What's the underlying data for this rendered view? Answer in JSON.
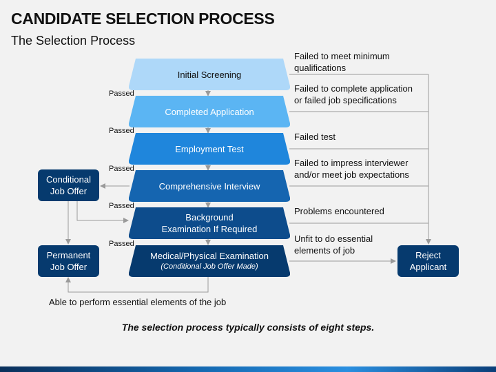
{
  "title": "CANDIDATE SELECTION PROCESS",
  "subtitle": "The Selection Process",
  "stages": [
    {
      "label": "Initial Screening",
      "sublabel": "",
      "color": "#aed8f9",
      "text_color": "#111111"
    },
    {
      "label": "Completed Application",
      "sublabel": "",
      "color": "#5bb5f3",
      "text_color": "#ffffff"
    },
    {
      "label": "Employment Test",
      "sublabel": "",
      "color": "#1f86dc",
      "text_color": "#ffffff"
    },
    {
      "label": "Comprehensive Interview",
      "sublabel": "",
      "color": "#1565b0",
      "text_color": "#ffffff"
    },
    {
      "label": "Background\nExamination If Required",
      "sublabel": "",
      "color": "#0d4c8c",
      "text_color": "#ffffff"
    },
    {
      "label": "Medical/Physical Examination",
      "sublabel": "(Conditional Job Offer Made)",
      "color": "#063a6e",
      "text_color": "#ffffff"
    }
  ],
  "passed_label": "Passed",
  "failures": [
    "Failed to meet minimum\nqualifications",
    "Failed to complete application\nor failed job specifications",
    "Failed test",
    "Failed to impress interviewer\nand/or meet job expectations",
    "Problems encountered",
    "Unfit to do essential\nelements of job"
  ],
  "side_boxes": {
    "conditional": "Conditional\nJob Offer",
    "permanent": "Permanent\nJob Offer",
    "reject": "Reject\nApplicant"
  },
  "bottom_note": "Able to perform essential elements of the job",
  "footer": "The selection process typically consists of eight steps.",
  "colors": {
    "connector": "#9a9a9a",
    "side_box": "#063a6e"
  }
}
